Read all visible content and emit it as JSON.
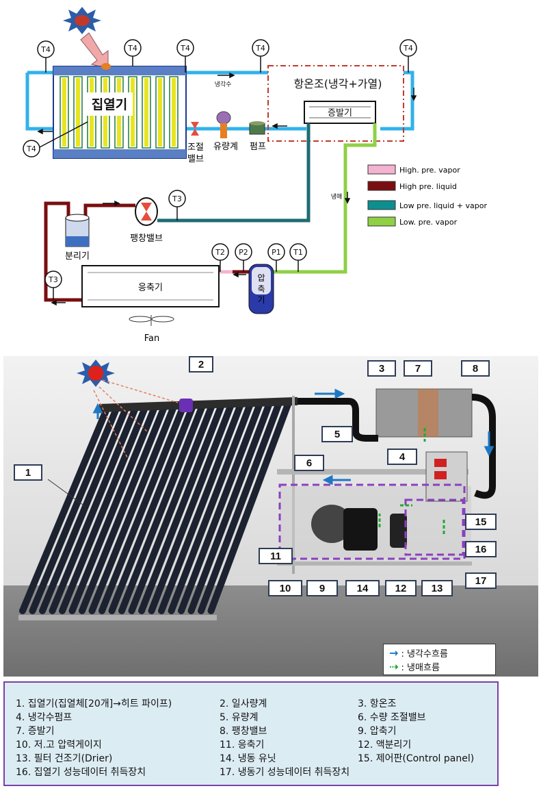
{
  "schematic": {
    "sensors": {
      "t4": "T4",
      "t3": "T3",
      "t2": "T2",
      "t1": "T1",
      "p2": "P2",
      "p1": "P1"
    },
    "collector_label": "집열기",
    "chamber_label": "항온조(냉각+가열)",
    "evaporator_label": "증발기",
    "coolant_label": "냉각수",
    "refrigerant_label": "냉매",
    "valve_label_line1": "조절",
    "valve_label_line2": "밸브",
    "flowmeter_label": "유량계",
    "pump_label": "펌프",
    "separator_label": "분리기",
    "expansion_valve_label": "팽창밸브",
    "condenser_label": "응축기",
    "compressor_label_chars": [
      "압",
      "축",
      "기"
    ],
    "fan_label": "Fan",
    "legend": [
      {
        "label": "High. pre. vapor",
        "color": "#f4b3d0"
      },
      {
        "label": "High pre. liquid",
        "color": "#7a0e10"
      },
      {
        "label": "Low pre. liquid + vapor",
        "color": "#0e8f8f"
      },
      {
        "label": "Low. pre. vapor",
        "color": "#8fd045"
      }
    ],
    "colors": {
      "coolant_line": "#31b2ea",
      "high_liquid": "#7a0e10",
      "low_mix": "#1f6b73",
      "low_vapor": "#8fd045",
      "high_vapor": "#f4b3d0",
      "chamber_border": "#c0392b"
    }
  },
  "photo": {
    "callouts": [
      "1",
      "2",
      "3",
      "4",
      "5",
      "6",
      "7",
      "8",
      "9",
      "10",
      "11",
      "12",
      "13",
      "14",
      "15",
      "16",
      "17"
    ],
    "legend": [
      {
        "symbol": "→",
        "label": ": 냉각수흐름",
        "color": "#1f77c4"
      },
      {
        "symbol": "⇢",
        "label": ":  냉매흐름",
        "color": "#22aa33"
      }
    ]
  },
  "parts_list": [
    "1. 집열기(집열체[20개]→히트 파이프)",
    "2. 일사량계",
    "3. 항온조",
    "4. 냉각수펌프",
    "5. 유량계",
    "6. 수량 조절밸브",
    "7. 증발기",
    "8. 팽창밸브",
    "9. 압축기",
    "10. 저.고 압력게이지",
    "11. 응축기",
    "12. 액분리기",
    "13. 필터 건조기(Drier)",
    "14. 냉동 유닛",
    "15. 제어판(Control panel)",
    "16. 집열기 성능데이터 취득장치",
    "17. 냉동기 성능데이터 취득장치"
  ]
}
